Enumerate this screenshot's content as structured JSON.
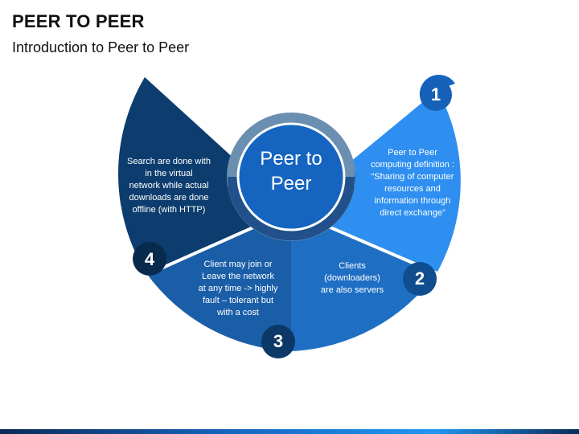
{
  "header": {
    "title": "PEER TO PEER",
    "subtitle": "Introduction to Peer to Peer"
  },
  "diagram": {
    "center_label_line1": "Peer to",
    "center_label_line2": "Peer",
    "segments": [
      {
        "number": "1",
        "color": "#2e8ff0",
        "lines": [
          "Peer to Peer",
          "computing definition :",
          "“Sharing of computer",
          "resources and",
          "information through",
          "direct exchange”"
        ]
      },
      {
        "number": "2",
        "color": "#1e6fc4",
        "lines": [
          "Clients",
          "(downloaders)",
          "are also servers"
        ]
      },
      {
        "number": "3",
        "color": "#1a5ea8",
        "lines": [
          "Client may join or",
          "Leave the network",
          "at any time -> highly",
          "fault – tolerant but",
          "with a cost"
        ]
      },
      {
        "number": "4",
        "color": "#0d3d6e",
        "lines": [
          "Search are done with",
          "in the virtual",
          "network while actual",
          "downloads are done",
          "offline (with HTTP)"
        ]
      }
    ]
  }
}
